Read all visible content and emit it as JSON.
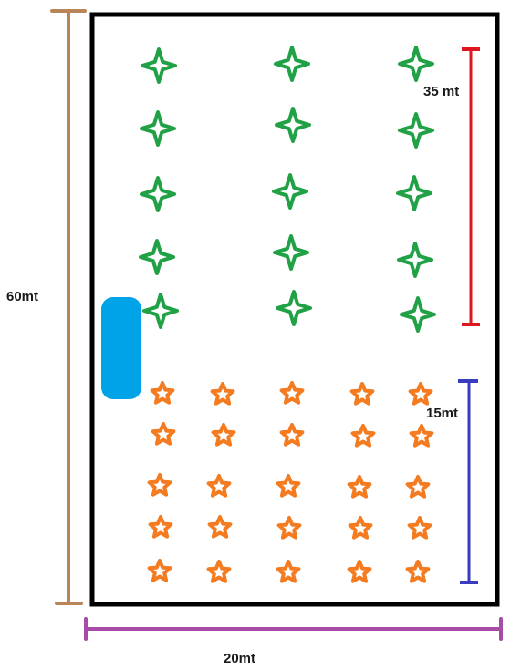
{
  "labels": {
    "width": "20mt",
    "height": "60mt",
    "upper_section": "35 mt",
    "lower_section": "15mt"
  },
  "colors": {
    "border": "#000000",
    "width_dimension": "#a64ca6",
    "height_dimension": "#b98457",
    "upper_dimension": "#e0161f",
    "lower_dimension": "#3b3bbf",
    "green_plants": "#21a146",
    "orange_plants": "#f47b20",
    "blue_object": "#00a2e8"
  },
  "icons": {
    "green_plants": "four-point-star-icon",
    "orange_plants": "five-point-star-icon",
    "blue_object": "rounded-rectangle"
  },
  "counts": {
    "green_rows": 5,
    "green_columns": 3,
    "orange_rows": 5,
    "orange_columns": 5
  }
}
